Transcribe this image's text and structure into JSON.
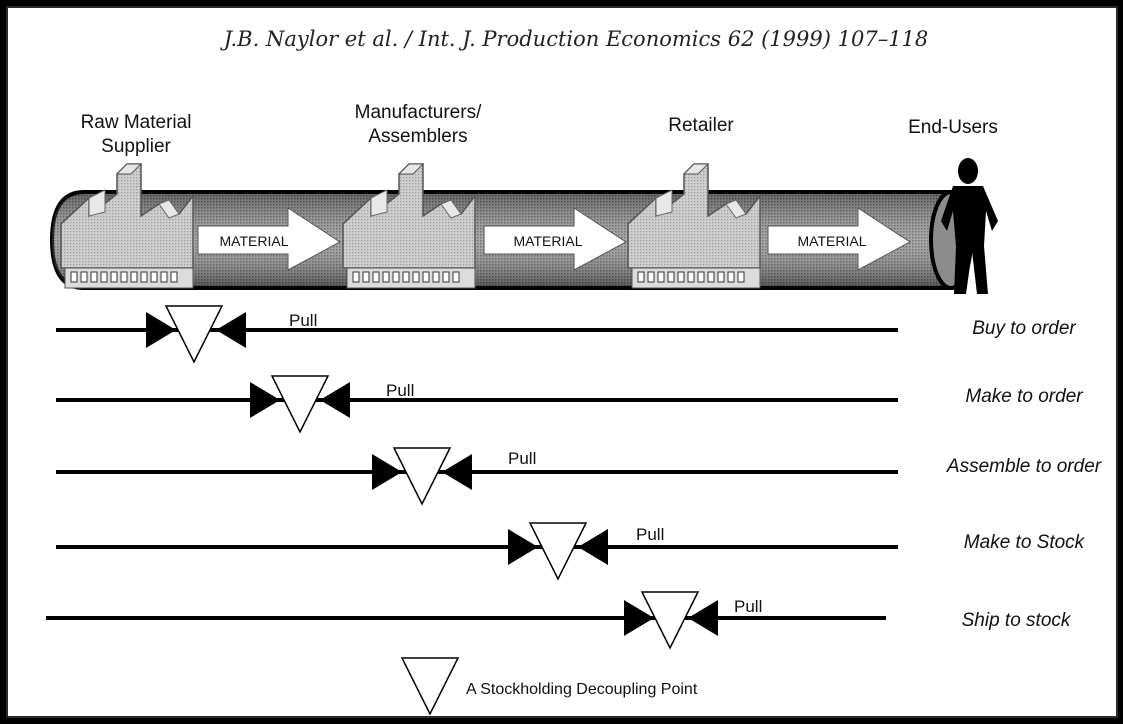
{
  "citation": "J.B. Naylor et al. / Int. J. Production Economics 62 (1999) 107–118",
  "stages": [
    {
      "lines": [
        "Raw Material",
        "Supplier"
      ]
    },
    {
      "lines": [
        "Manufacturers/",
        "Assemblers"
      ]
    },
    {
      "lines": [
        "Retailer"
      ]
    },
    {
      "lines": [
        "End-Users"
      ]
    }
  ],
  "flow_label": "MATERIAL",
  "pull_label": "Pull",
  "strategies": [
    {
      "name": "Buy to order"
    },
    {
      "name": "Make to order"
    },
    {
      "name": "Assemble to order"
    },
    {
      "name": "Make to Stock"
    },
    {
      "name": "Ship to stock"
    }
  ],
  "legend": {
    "label": "A Stockholding Decoupling Point"
  }
}
